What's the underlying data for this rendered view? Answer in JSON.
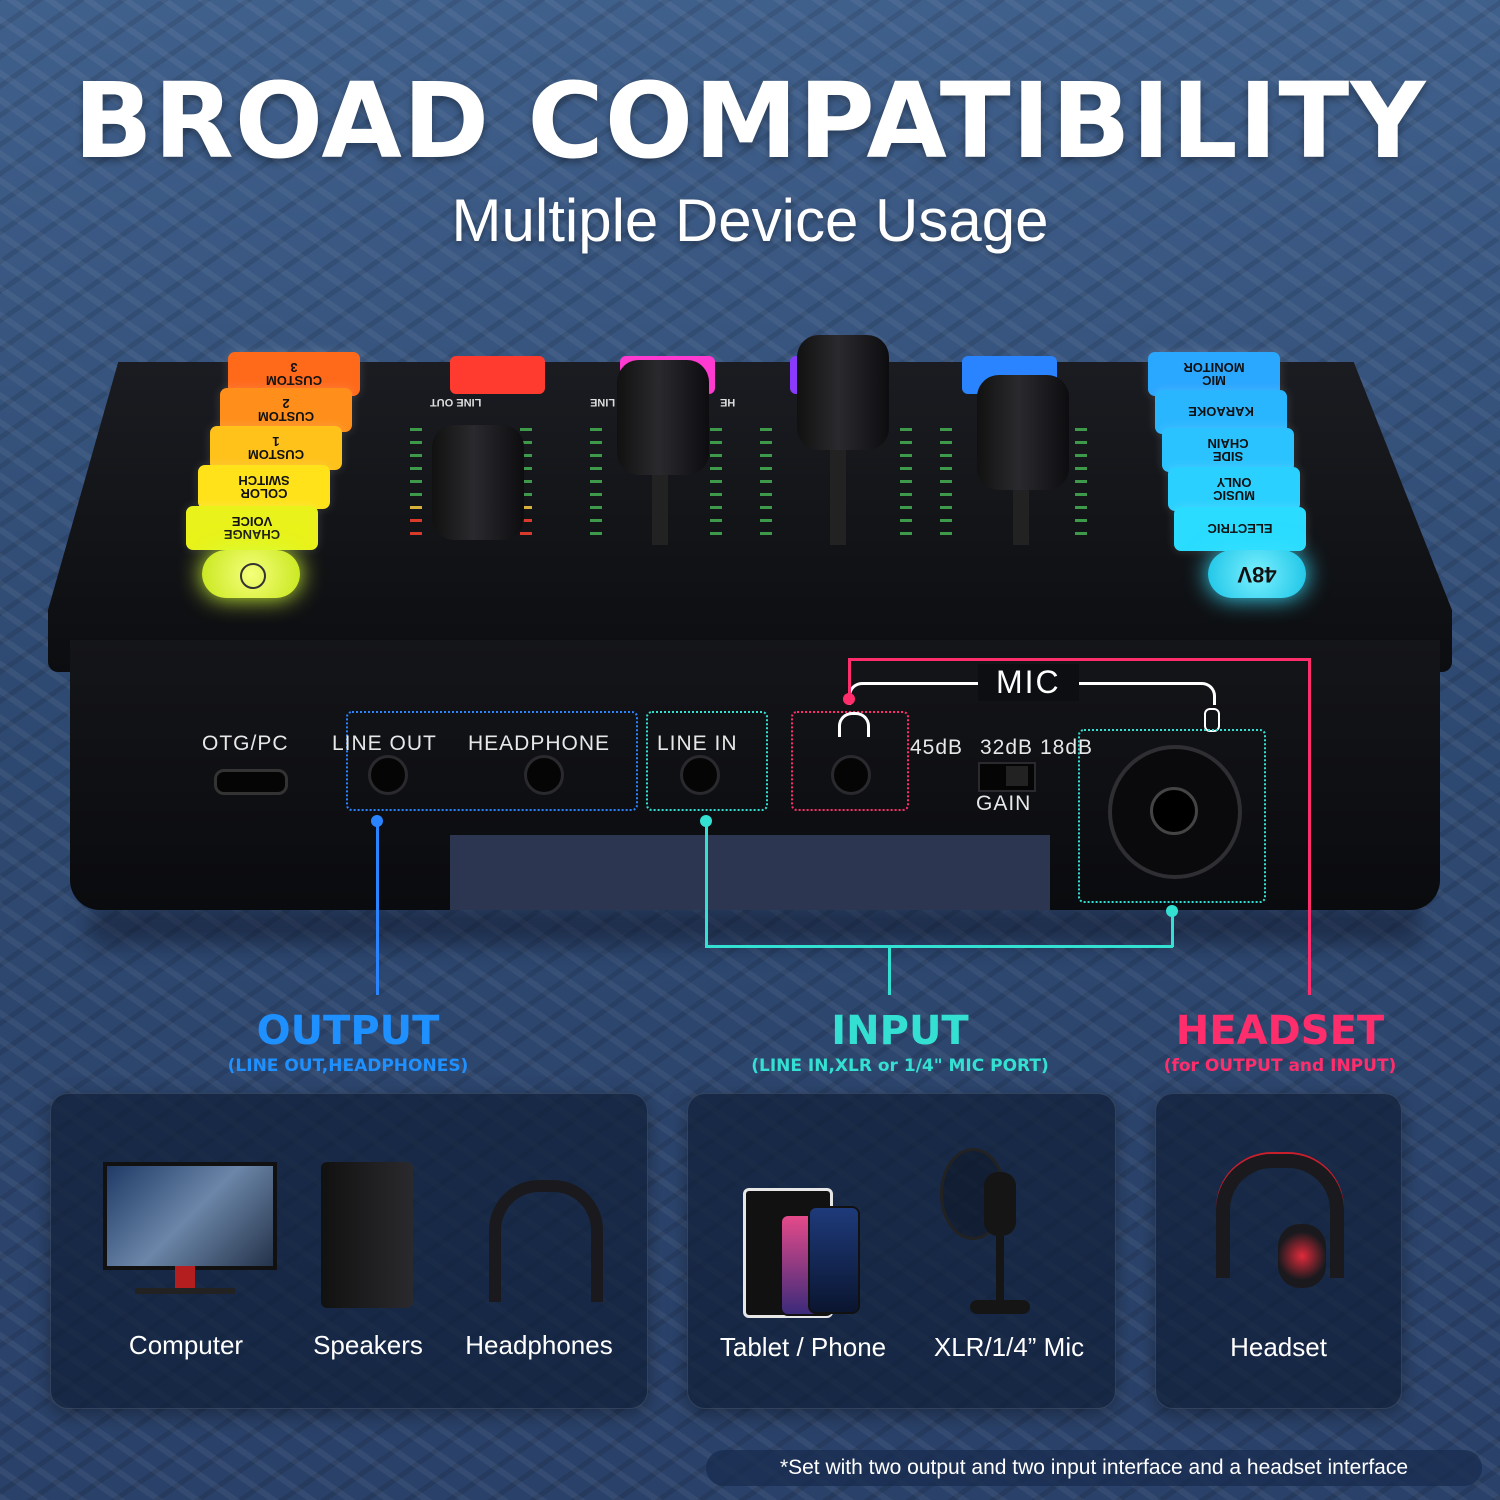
{
  "header": {
    "title": "BROAD COMPATIBILITY",
    "subtitle": "Multiple Device Usage"
  },
  "device": {
    "left_buttons": [
      {
        "label": "CUSTOM\n3",
        "color": "#ff6a1a"
      },
      {
        "label": "CUSTOM\n2",
        "color": "#ff8f1a"
      },
      {
        "label": "CUSTOM\n1",
        "color": "#ffc21a"
      },
      {
        "label": "COLOR\nSWITCH",
        "color": "#ffe21a"
      },
      {
        "label": "CHANGE\nVOICE",
        "color": "#e9f21a"
      }
    ],
    "right_buttons": [
      {
        "label": "MIC\nMONITOR",
        "color": "#2aa7ff"
      },
      {
        "label": "KARAOKE",
        "color": "#2ab6ff"
      },
      {
        "label": "SIDE\nCHAIN",
        "color": "#2ac3ff"
      },
      {
        "label": "MUSIC\nONLY",
        "color": "#2ad0ff"
      },
      {
        "label": "ELECTRIC",
        "color": "#2adcff"
      }
    ],
    "phantom_button": "48V",
    "channel_labels": [
      "LINE OUT",
      "HE",
      "LINE"
    ],
    "ports": {
      "otg": "OTG/PC",
      "line_out": "LINE OUT",
      "headphone": "HEADPHONE",
      "line_in": "LINE IN",
      "mic": "MIC",
      "gain_values": [
        "45dB",
        "32dB",
        "18dB"
      ],
      "gain": "GAIN"
    }
  },
  "categories": [
    {
      "title": "OUTPUT",
      "subtitle": "(LINE OUT,HEADPHONES)",
      "color": "#1e90ff"
    },
    {
      "title": "INPUT",
      "subtitle": "(LINE IN,XLR or 1/4\" MIC PORT)",
      "color": "#33e0d2"
    },
    {
      "title": "HEADSET",
      "subtitle": "(for OUTPUT and INPUT)",
      "color": "#ff2d6b"
    }
  ],
  "panels": {
    "output": [
      "Computer",
      "Speakers",
      "Headphones"
    ],
    "input": [
      "Tablet / Phone",
      "XLR/1/4” Mic"
    ],
    "headset": [
      "Headset"
    ]
  },
  "footnote": "*Set with two output and two input interface and a headset interface"
}
